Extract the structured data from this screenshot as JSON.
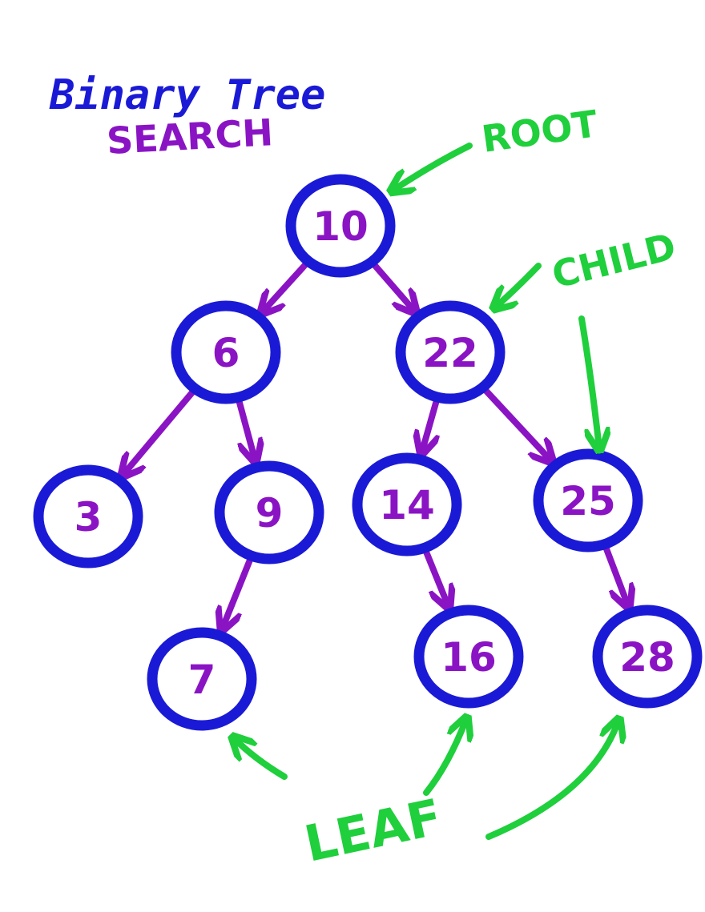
{
  "title": "Binary Tree",
  "subtitle": "SEARCH",
  "colors": {
    "title": "#1a1ad6",
    "node_border": "#1a1ad6",
    "node_text": "#8a14c4",
    "edge": "#8a14c4",
    "subtitle": "#8a14c4",
    "annotation": "#1fcf3c",
    "background": "#ffffff"
  },
  "nodes": [
    {
      "id": "n10",
      "label": "10"
    },
    {
      "id": "n6",
      "label": "6"
    },
    {
      "id": "n22",
      "label": "22"
    },
    {
      "id": "n3",
      "label": "3"
    },
    {
      "id": "n9",
      "label": "9"
    },
    {
      "id": "n14",
      "label": "14"
    },
    {
      "id": "n25",
      "label": "25"
    },
    {
      "id": "n7",
      "label": "7"
    },
    {
      "id": "n16",
      "label": "16"
    },
    {
      "id": "n28",
      "label": "28"
    }
  ],
  "edges": [
    {
      "from": "n10",
      "to": "n6"
    },
    {
      "from": "n10",
      "to": "n22"
    },
    {
      "from": "n6",
      "to": "n3"
    },
    {
      "from": "n6",
      "to": "n9"
    },
    {
      "from": "n22",
      "to": "n14"
    },
    {
      "from": "n22",
      "to": "n25"
    },
    {
      "from": "n9",
      "to": "n7"
    },
    {
      "from": "n14",
      "to": "n16"
    },
    {
      "from": "n25",
      "to": "n28"
    }
  ],
  "annotations": {
    "root": {
      "label": "ROOT",
      "points_to": [
        "n10"
      ]
    },
    "child": {
      "label": "CHILD",
      "points_to": [
        "n22",
        "n25"
      ]
    },
    "leaf": {
      "label": "LEAF",
      "points_to": [
        "n7",
        "n16",
        "n28"
      ]
    }
  }
}
